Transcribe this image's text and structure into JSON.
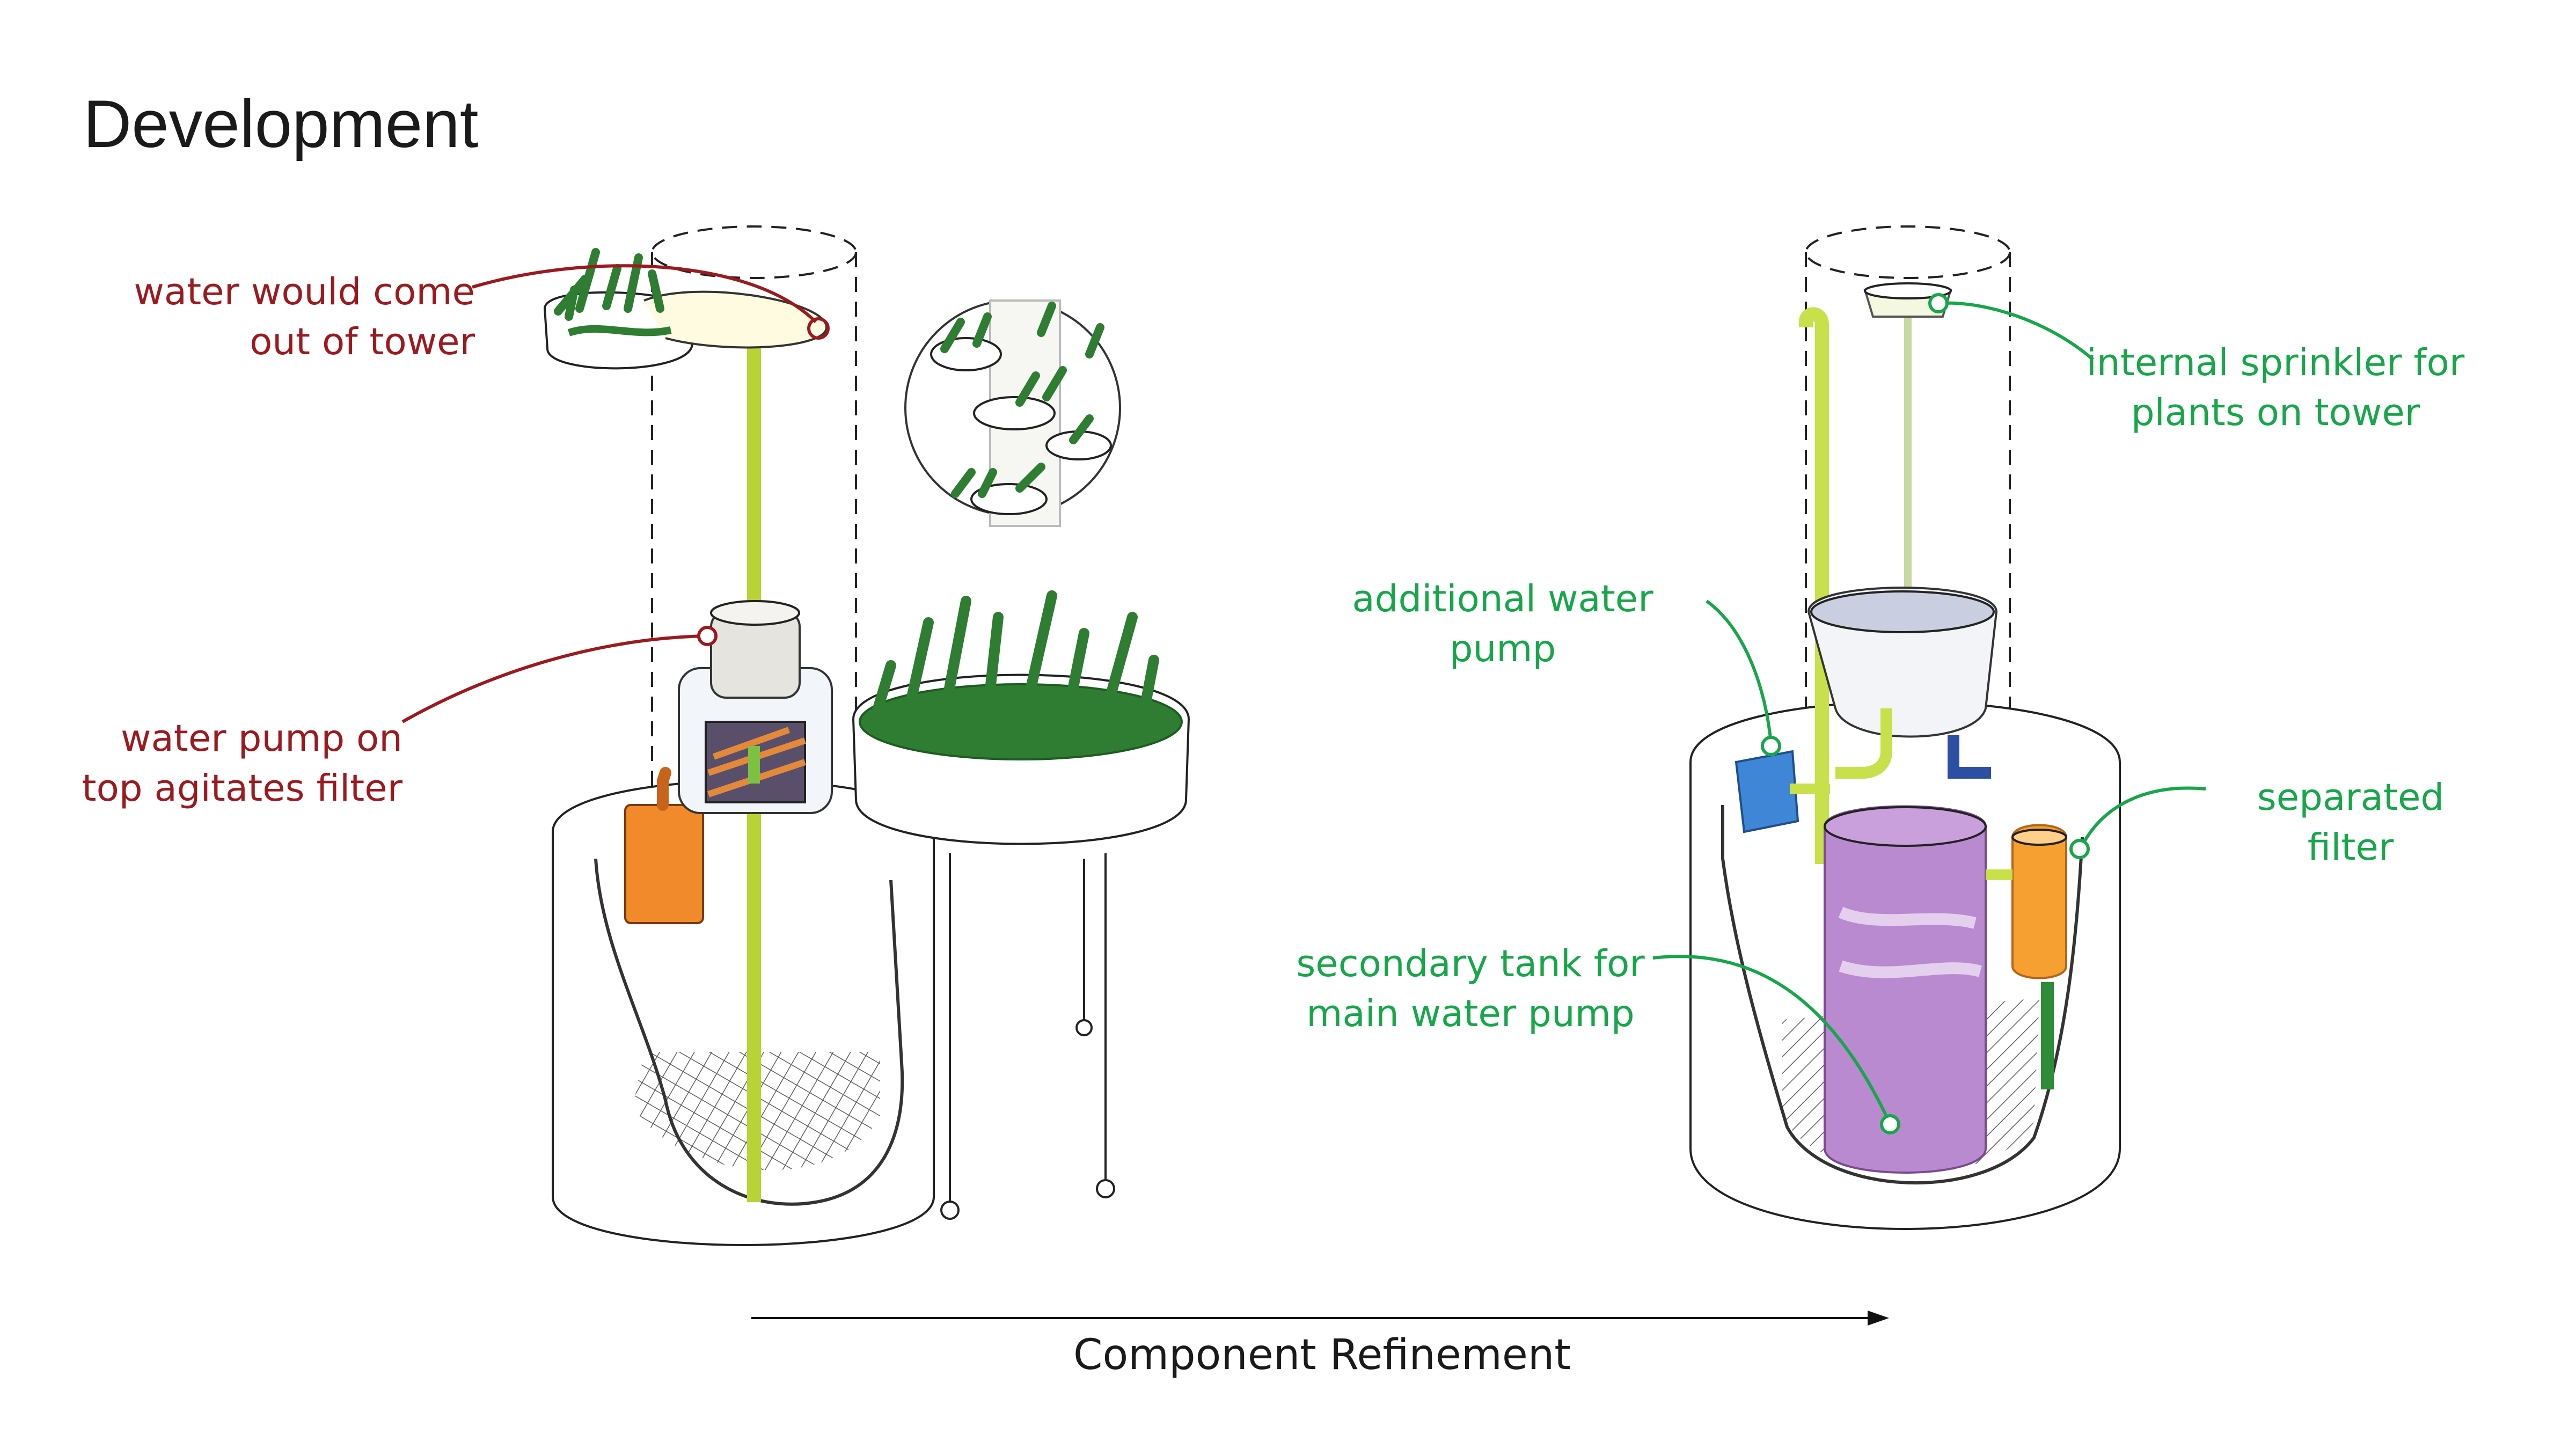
{
  "title": "Development",
  "left_concept": {
    "labels": {
      "water_out": [
        "water would come",
        "out of tower"
      ],
      "pump_on_top": [
        "water pump on",
        "top agitates filter"
      ]
    }
  },
  "right_concept": {
    "labels": {
      "sprinkler": [
        "internal sprinkler for",
        "plants on tower"
      ],
      "additional_pump": [
        "additional water",
        "pump"
      ],
      "separated_filter": [
        "separated",
        "filter"
      ],
      "secondary_tank": [
        "secondary tank for",
        "main water pump"
      ]
    }
  },
  "arrow_label": "Component Refinement",
  "colors": {
    "red_annotation": "#9b1a1f",
    "green_annotation": "#17a64a",
    "pipe_green": "#c8e04a",
    "plant_green": "#2f7d32",
    "pump_orange": "#f08a2a",
    "tank_purple": "#b98ad0",
    "pump_blue": "#3f86d6"
  }
}
